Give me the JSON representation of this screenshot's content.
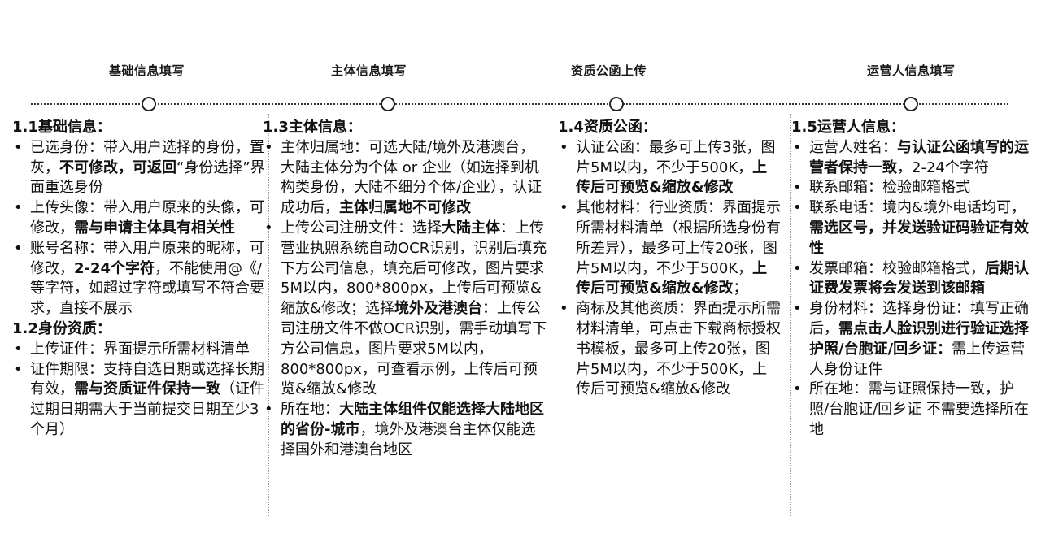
{
  "steps": [
    {
      "label": "基础信息填写"
    },
    {
      "label": "主体信息填写"
    },
    {
      "label": "资质公函上传"
    },
    {
      "label": "运营人信息填写"
    }
  ],
  "columns": [
    {
      "sections": [
        {
          "heading": "1.1基础信息：",
          "items": [
            {
              "segments": [
                {
                  "text": "已选身份：带入用户选择的身份，置灰，",
                  "bold": false
                },
                {
                  "text": "不可修改，可返回",
                  "bold": true
                },
                {
                  "text": "“身份选择”界面重选身份",
                  "bold": false
                }
              ]
            },
            {
              "segments": [
                {
                  "text": "上传头像：带入用户原来的头像，可修改，",
                  "bold": false
                },
                {
                  "text": "需与申请主体具有相关性",
                  "bold": true
                }
              ]
            },
            {
              "segments": [
                {
                  "text": "账号名称：带入用户原来的昵称，可修改，",
                  "bold": false
                },
                {
                  "text": "2-24个字符",
                  "bold": true
                },
                {
                  "text": "，不能使用@《/等字符，如超过字符或填写不符合要求，直接不展示",
                  "bold": false
                }
              ]
            }
          ]
        },
        {
          "heading": "1.2身份资质：",
          "items": [
            {
              "segments": [
                {
                  "text": "上传证件：界面提示所需材料清单",
                  "bold": false
                }
              ]
            },
            {
              "segments": [
                {
                  "text": "证件期限：支持自选日期或选择长期有效，",
                  "bold": false
                },
                {
                  "text": "需与资质证件保持一致",
                  "bold": true
                },
                {
                  "text": "（证件过期日期需大于当前提交日期至少3个月）",
                  "bold": false
                }
              ]
            }
          ]
        }
      ]
    },
    {
      "sections": [
        {
          "heading": "1.3主体信息：",
          "items": [
            {
              "segments": [
                {
                  "text": "主体归属地：可选大陆/境外及港澳台，大陆主体分为个体 or 企业（如选择到机构类身份，大陆不细分个体/企业），认证成功后，",
                  "bold": false
                },
                {
                  "text": "主体归属地不可修改",
                  "bold": true
                }
              ]
            },
            {
              "segments": [
                {
                  "text": "上传公司注册文件：选择",
                  "bold": false
                },
                {
                  "text": "大陆主体",
                  "bold": true
                },
                {
                  "text": "：上传营业执照系统自动OCR识别，识别后填充下方公司信息，填充后可修改，图片要求5M以内，800*800px，上传后可预览&缩放&修改；选择",
                  "bold": false
                },
                {
                  "text": "境外及港澳台",
                  "bold": true
                },
                {
                  "text": "：上传公司注册文件不做OCR识别，需手动填写下方公司信息，图片要求5M以内，800*800px，可查看示例，上传后可预览&缩放&修改",
                  "bold": false
                }
              ]
            },
            {
              "segments": [
                {
                  "text": "所在地：",
                  "bold": false
                },
                {
                  "text": "大陆主体组件仅能选择大陆地区的省份-城市",
                  "bold": true
                },
                {
                  "text": "，境外及港澳台主体仅能选择国外和港澳台地区",
                  "bold": false
                }
              ]
            }
          ]
        }
      ]
    },
    {
      "sections": [
        {
          "heading": "1.4资质公函：",
          "items": [
            {
              "segments": [
                {
                  "text": "认证公函：最多可上传3张，图片5M以内，不少于500K，",
                  "bold": false
                },
                {
                  "text": "上传后可预览&缩放&修改",
                  "bold": true
                }
              ]
            },
            {
              "segments": [
                {
                  "text": "其他材料：行业资质：界面提示所需材料清单（根据所选身份有所差异），最多可上传20张，图片5M以内，不少于500K，",
                  "bold": false
                },
                {
                  "text": "上传后可预览&缩放&修改",
                  "bold": true
                },
                {
                  "text": "；",
                  "bold": false
                }
              ]
            },
            {
              "segments": [
                {
                  "text": "商标及其他资质：界面提示所需材料清单，可点击下载商标授权书模板，最多可上传20张，图片5M以内，不少于500K，上传后可预览&缩放&修改",
                  "bold": false
                }
              ]
            }
          ]
        }
      ]
    },
    {
      "sections": [
        {
          "heading": "1.5运营人信息：",
          "items": [
            {
              "segments": [
                {
                  "text": "运营人姓名：",
                  "bold": false
                },
                {
                  "text": "与认证公函填写的运营者保持一致",
                  "bold": true
                },
                {
                  "text": "，2-24个字符",
                  "bold": false
                }
              ]
            },
            {
              "segments": [
                {
                  "text": "联系邮箱：检验邮箱格式",
                  "bold": false
                }
              ]
            },
            {
              "segments": [
                {
                  "text": "联系电话：境内&境外电话均可，",
                  "bold": false
                },
                {
                  "text": "需选区号，并发送验证码验证有效性",
                  "bold": true
                }
              ]
            },
            {
              "segments": [
                {
                  "text": "发票邮箱：校验邮箱格式，",
                  "bold": false
                },
                {
                  "text": "后期认证费发票将会发送到该邮箱",
                  "bold": true
                }
              ]
            },
            {
              "segments": [
                {
                  "text": "身份材料：选择身份证：填写正确后，",
                  "bold": false
                },
                {
                  "text": "需点击人脸识别进行验证选择护照/台胞证/回乡证：",
                  "bold": true
                },
                {
                  "text": "需上传运营人身份证件",
                  "bold": false
                }
              ]
            },
            {
              "segments": [
                {
                  "text": "所在地：需与证照保持一致，护照/台胞证/回乡证 不需要选择所在地",
                  "bold": false
                }
              ]
            }
          ]
        }
      ]
    }
  ]
}
